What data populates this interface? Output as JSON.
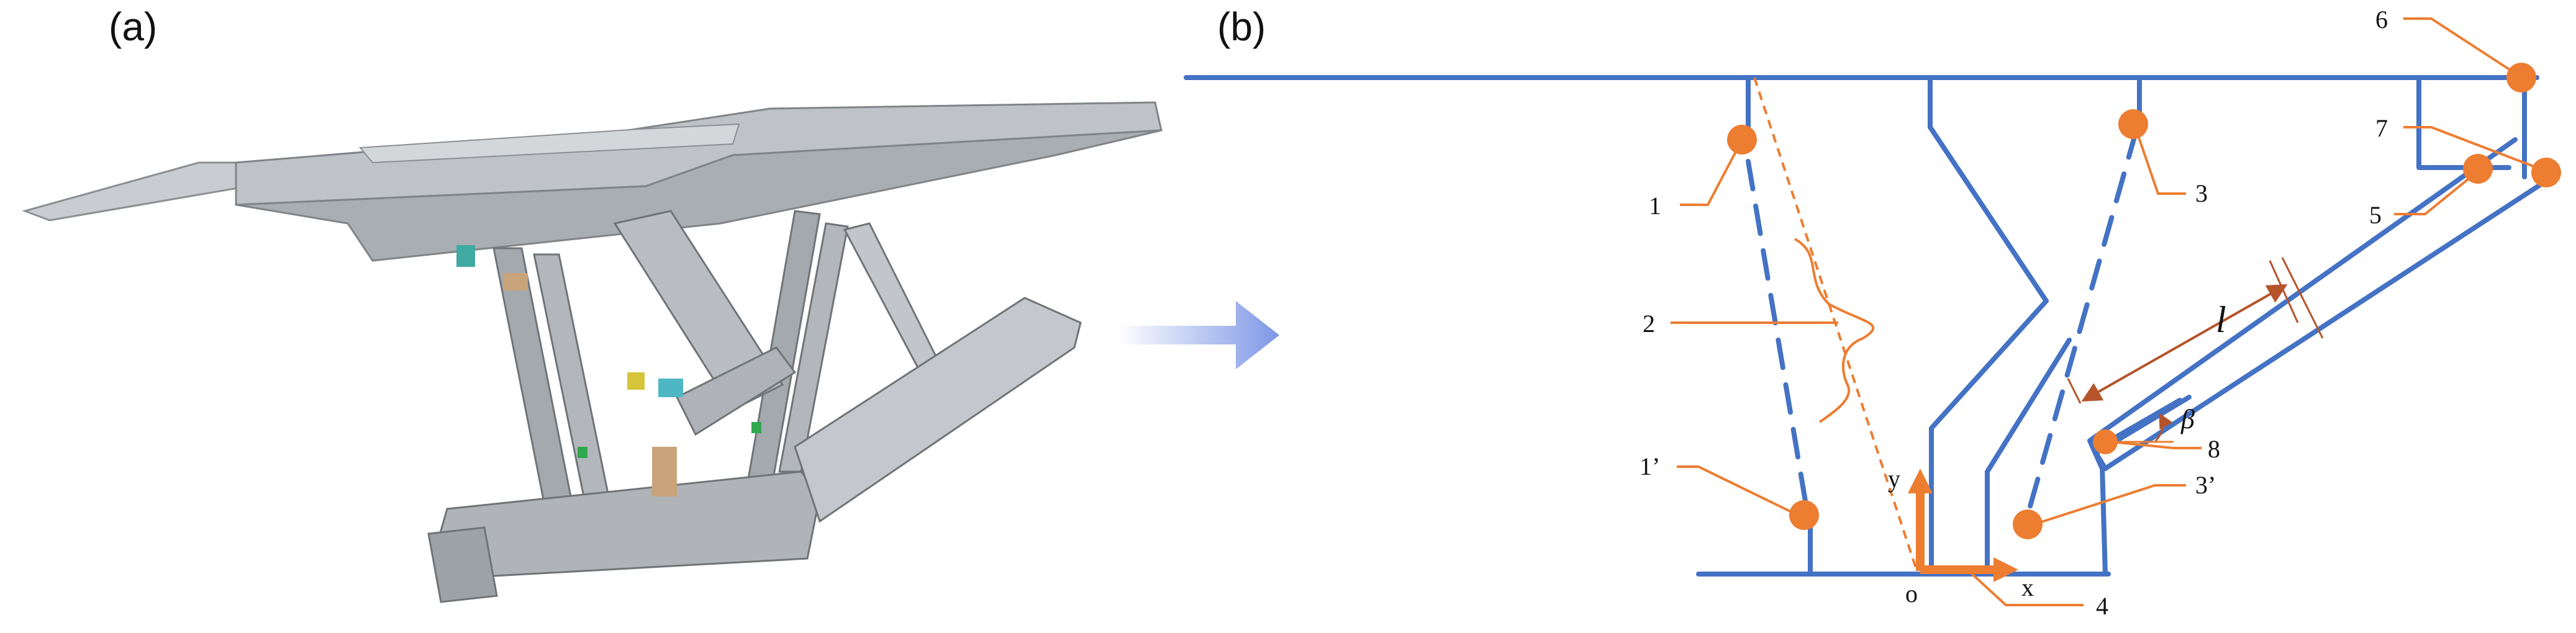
{
  "panel_labels": {
    "a": "(a)",
    "b": "(b)"
  },
  "colors": {
    "structure": "#4472C4",
    "marker": "#ED7D31",
    "annotation": "#ED7D31",
    "machine_body": "#B8BCC0"
  },
  "callouts": {
    "c1": "1",
    "c2": "2",
    "c3": "3",
    "c4": "4",
    "c5": "5",
    "c6": "6",
    "c7": "7",
    "c8": "8",
    "c1p": "1’",
    "c3p": "3’"
  },
  "symbols": {
    "length": "l",
    "angle": "β",
    "x_axis": "x",
    "y_axis": "y",
    "origin": "o"
  },
  "icons": {
    "transition_arrow": "arrow-right-icon"
  }
}
